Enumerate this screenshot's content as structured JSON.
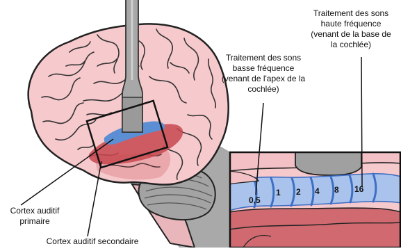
{
  "labels": {
    "high_frequency": [
      "Traitement des sons",
      "haute fréquence",
      "(venant de la base de",
      "la cochlée)"
    ],
    "low_frequency": [
      "Traitement des sons",
      "basse fréquence",
      "(venant de l'apex de la",
      "cochlée)"
    ],
    "primary_cortex": [
      "Cortex auditif",
      "primaire"
    ],
    "secondary_cortex": [
      "Cortex auditif secondaire"
    ]
  },
  "frequency_bands": [
    "0,5",
    "1",
    "2",
    "4",
    "8",
    "16"
  ],
  "colors": {
    "brain_fill": "#f6c9cc",
    "brain_outline": "#222222",
    "primary_cortex": "#5b8ed3",
    "secondary_cortex": "#c8484f",
    "cochlear_band": "#a9c3ec",
    "band_divider": "#3f6fc4",
    "zoom_shadow": "#999999",
    "probe": "#9a9a9a",
    "cerebellum": "#9b9b9b"
  }
}
